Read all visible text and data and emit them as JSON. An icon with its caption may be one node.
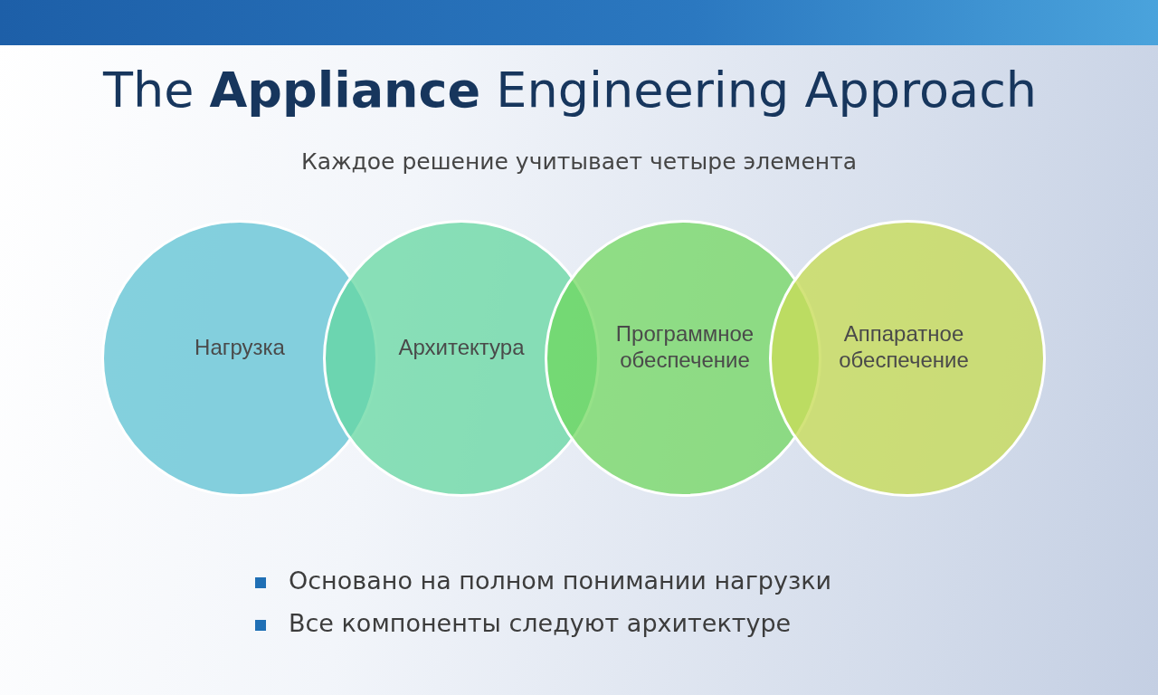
{
  "diagram": {
    "title": "The **Appliance** Engineering Approach",
    "nodes": [
      {
        "text": [
          "Нагрузка"
        ]
      },
      {
        "text": [
          "Архитектура"
        ]
      },
      {
        "text": [
          "Программное обеспечение"
        ]
      },
      {
        "text": [
          "Аппаратное обеспечение"
        ]
      }
    ],
    "labels": [
      "Каждое решение учитывает четыре элемента",
      "Основано на полном понимании нагрузки",
      "Все компоненты следуют архитектуре"
    ]
  }
}
